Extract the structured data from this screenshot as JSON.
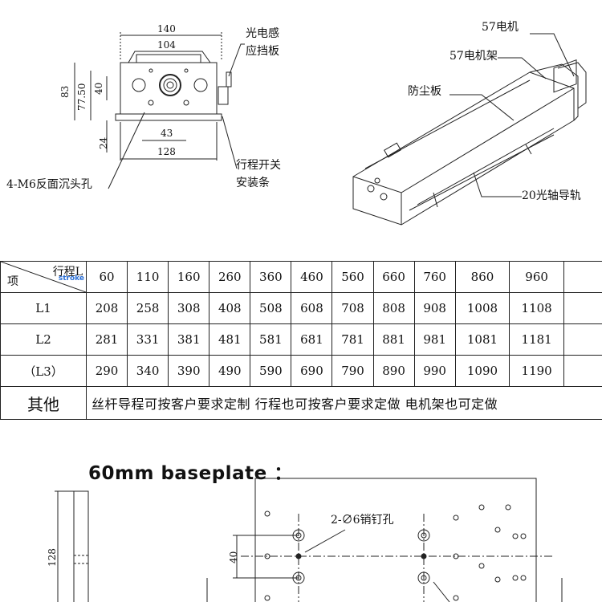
{
  "front_view": {
    "dim_140": "140",
    "dim_104": "104",
    "dim_83": "83",
    "dim_77_50": "77.50",
    "dim_40": "40",
    "dim_24": "24",
    "dim_43": "43",
    "dim_128": "128",
    "label_sensor_line1": "光电感",
    "label_sensor_line2": "应挡板",
    "label_holes": "4-M6反面沉头孔",
    "label_switch_line1": "行程开关",
    "label_switch_line2": "安装条"
  },
  "iso_view": {
    "label_motor": "57电机",
    "label_motor_frame": "57电机架",
    "label_dust_cover": "防尘板",
    "label_rail": "20光轴导轨"
  },
  "table": {
    "header_top": "行程L",
    "header_stroke": "stroke",
    "header_bottom": "项",
    "strokes": [
      "60",
      "110",
      "160",
      "260",
      "360",
      "460",
      "560",
      "660",
      "760",
      "860",
      "960"
    ],
    "rows": [
      {
        "label": "L1",
        "values": [
          "208",
          "258",
          "308",
          "408",
          "508",
          "608",
          "708",
          "808",
          "908",
          "1008",
          "1108"
        ]
      },
      {
        "label": "L2",
        "values": [
          "281",
          "331",
          "381",
          "481",
          "581",
          "681",
          "781",
          "881",
          "981",
          "1081",
          "1181"
        ]
      },
      {
        "label": "（L3）",
        "values": [
          "290",
          "340",
          "390",
          "490",
          "590",
          "690",
          "790",
          "890",
          "990",
          "1090",
          "1190"
        ]
      }
    ],
    "other_label": "其他",
    "other_text": "丝杆导程可按客户要求定制 行程也可按客户要求定做 电机架也可定做"
  },
  "baseplate": {
    "title": "60mm baseplate ：",
    "dim_128": "128",
    "dim_40": "40",
    "label_pin_holes": "2-∅6销钉孔"
  }
}
